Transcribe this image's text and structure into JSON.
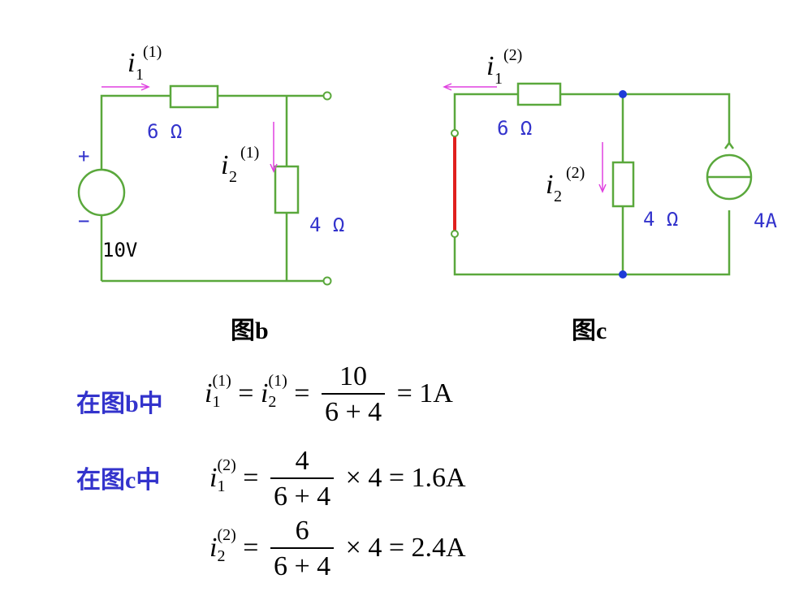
{
  "figure_b": {
    "caption": "图b",
    "source_label": "10V",
    "r1_label": "6 Ω",
    "r2_label": "4 Ω",
    "plus": "+",
    "minus": "−",
    "i1_sub": "1",
    "i1_sup": "(1)",
    "i2_sub": "2",
    "i2_sup": "(1)"
  },
  "figure_c": {
    "caption": "图c",
    "r1_label": "6 Ω",
    "r2_label": "4 Ω",
    "source_label": "4A",
    "i1_sub": "1",
    "i1_sup": "(2)",
    "i2_sub": "2",
    "i2_sup": "(2)"
  },
  "equations": {
    "b_context": "在图b中",
    "c_context": "在图c中",
    "eq1": {
      "lhs_a_sub": "1",
      "lhs_a_sup": "(1)",
      "lhs_b_sub": "2",
      "lhs_b_sup": "(1)",
      "num": "10",
      "den": "6 + 4",
      "result": "= 1A"
    },
    "eq2": {
      "sub": "1",
      "sup": "(2)",
      "num": "4",
      "den": "6 + 4",
      "result": "× 4 = 1.6A"
    },
    "eq3": {
      "sub": "2",
      "sup": "(2)",
      "num": "6",
      "den": "6 + 4",
      "result": "× 4 = 2.4A"
    }
  },
  "colors": {
    "wire": "#5aa83c",
    "arrow": "#e040e0",
    "label_blue": "#3333cc",
    "short": "#e0201e",
    "node": "#1e3cd8"
  }
}
